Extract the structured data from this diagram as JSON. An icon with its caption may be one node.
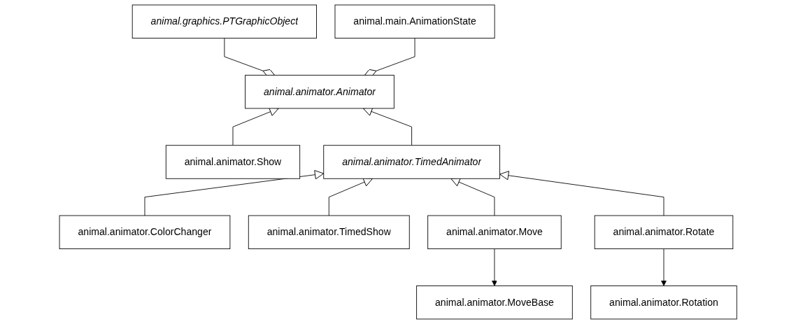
{
  "diagram": {
    "nodes": [
      {
        "text": [
          "animal.graphics.PTGraphicObject"
        ]
      },
      {
        "text": [
          "animal.animator.Animator"
        ]
      },
      {
        "text": [
          "animal.main.AnimationState"
        ]
      },
      {
        "text": [
          "animal.animator.TimedAnimator"
        ]
      },
      {
        "text": [
          "animal.animator.Show"
        ]
      },
      {
        "text": [
          "animal.animator.ColorChanger"
        ]
      },
      {
        "text": [
          "animal.animator.TimedShow"
        ]
      },
      {
        "text": [
          "animal.animator.Move"
        ]
      },
      {
        "text": [
          "animal.animator.Rotate"
        ]
      },
      {
        "text": [
          "animal.animator.MoveBase"
        ]
      },
      {
        "text": [
          "animal.animator.Rotation"
        ]
      }
    ],
    "edges": [
      {
        "from": 0,
        "to": 1,
        "arrow": "other"
      },
      {
        "from": 2,
        "to": 1,
        "arrow": "other"
      },
      {
        "from": 3,
        "to": 1,
        "arrow": "to"
      },
      {
        "from": 4,
        "to": 1,
        "arrow": "to"
      },
      {
        "from": 5,
        "to": 3,
        "arrow": "to"
      },
      {
        "from": 6,
        "to": 3,
        "arrow": "to"
      },
      {
        "from": 7,
        "to": 3,
        "arrow": "to"
      },
      {
        "from": 8,
        "to": 3,
        "arrow": "to"
      },
      {
        "from": 7,
        "to": 9,
        "arrow": "to"
      },
      {
        "from": 8,
        "to": 10,
        "arrow": "to"
      }
    ]
  }
}
